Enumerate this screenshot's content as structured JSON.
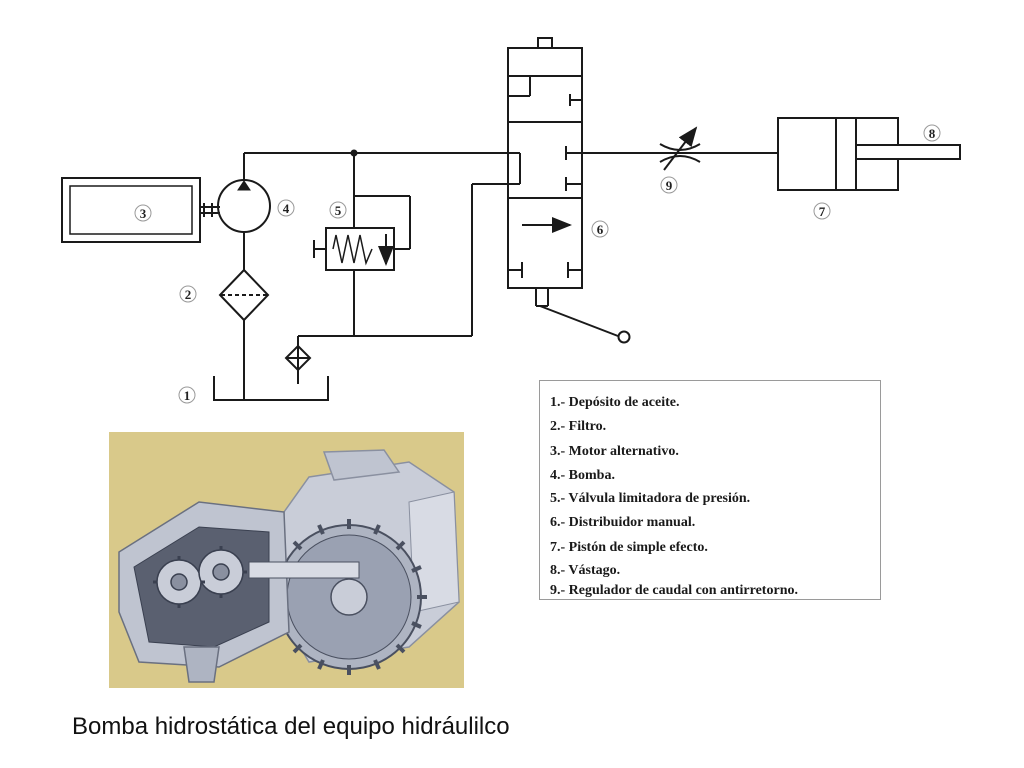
{
  "callouts": [
    "1",
    "2",
    "3",
    "4",
    "5",
    "6",
    "7",
    "8",
    "9"
  ],
  "legend": {
    "items": [
      "1.- Depósito de aceite.",
      "2.- Filtro.",
      "3.- Motor alternativo.",
      "4.- Bomba.",
      "5.- Válvula limitadora de presión.",
      "6.- Distribuidor manual.",
      "7.- Pistón de simple efecto.",
      "8.- Vástago.",
      "9.- Regulador de caudal con antirretorno."
    ]
  },
  "photo": {
    "subject": "pump-cutaway-illustration"
  },
  "caption": "Bomba hidrostática del equipo hidráulilco",
  "colors": {
    "line": "#1a1a1a",
    "photo_bg": "#d9c98a",
    "metal": "#c9cdd8",
    "metal_dark": "#4a5060",
    "legend_border": "#9a9a9a"
  }
}
